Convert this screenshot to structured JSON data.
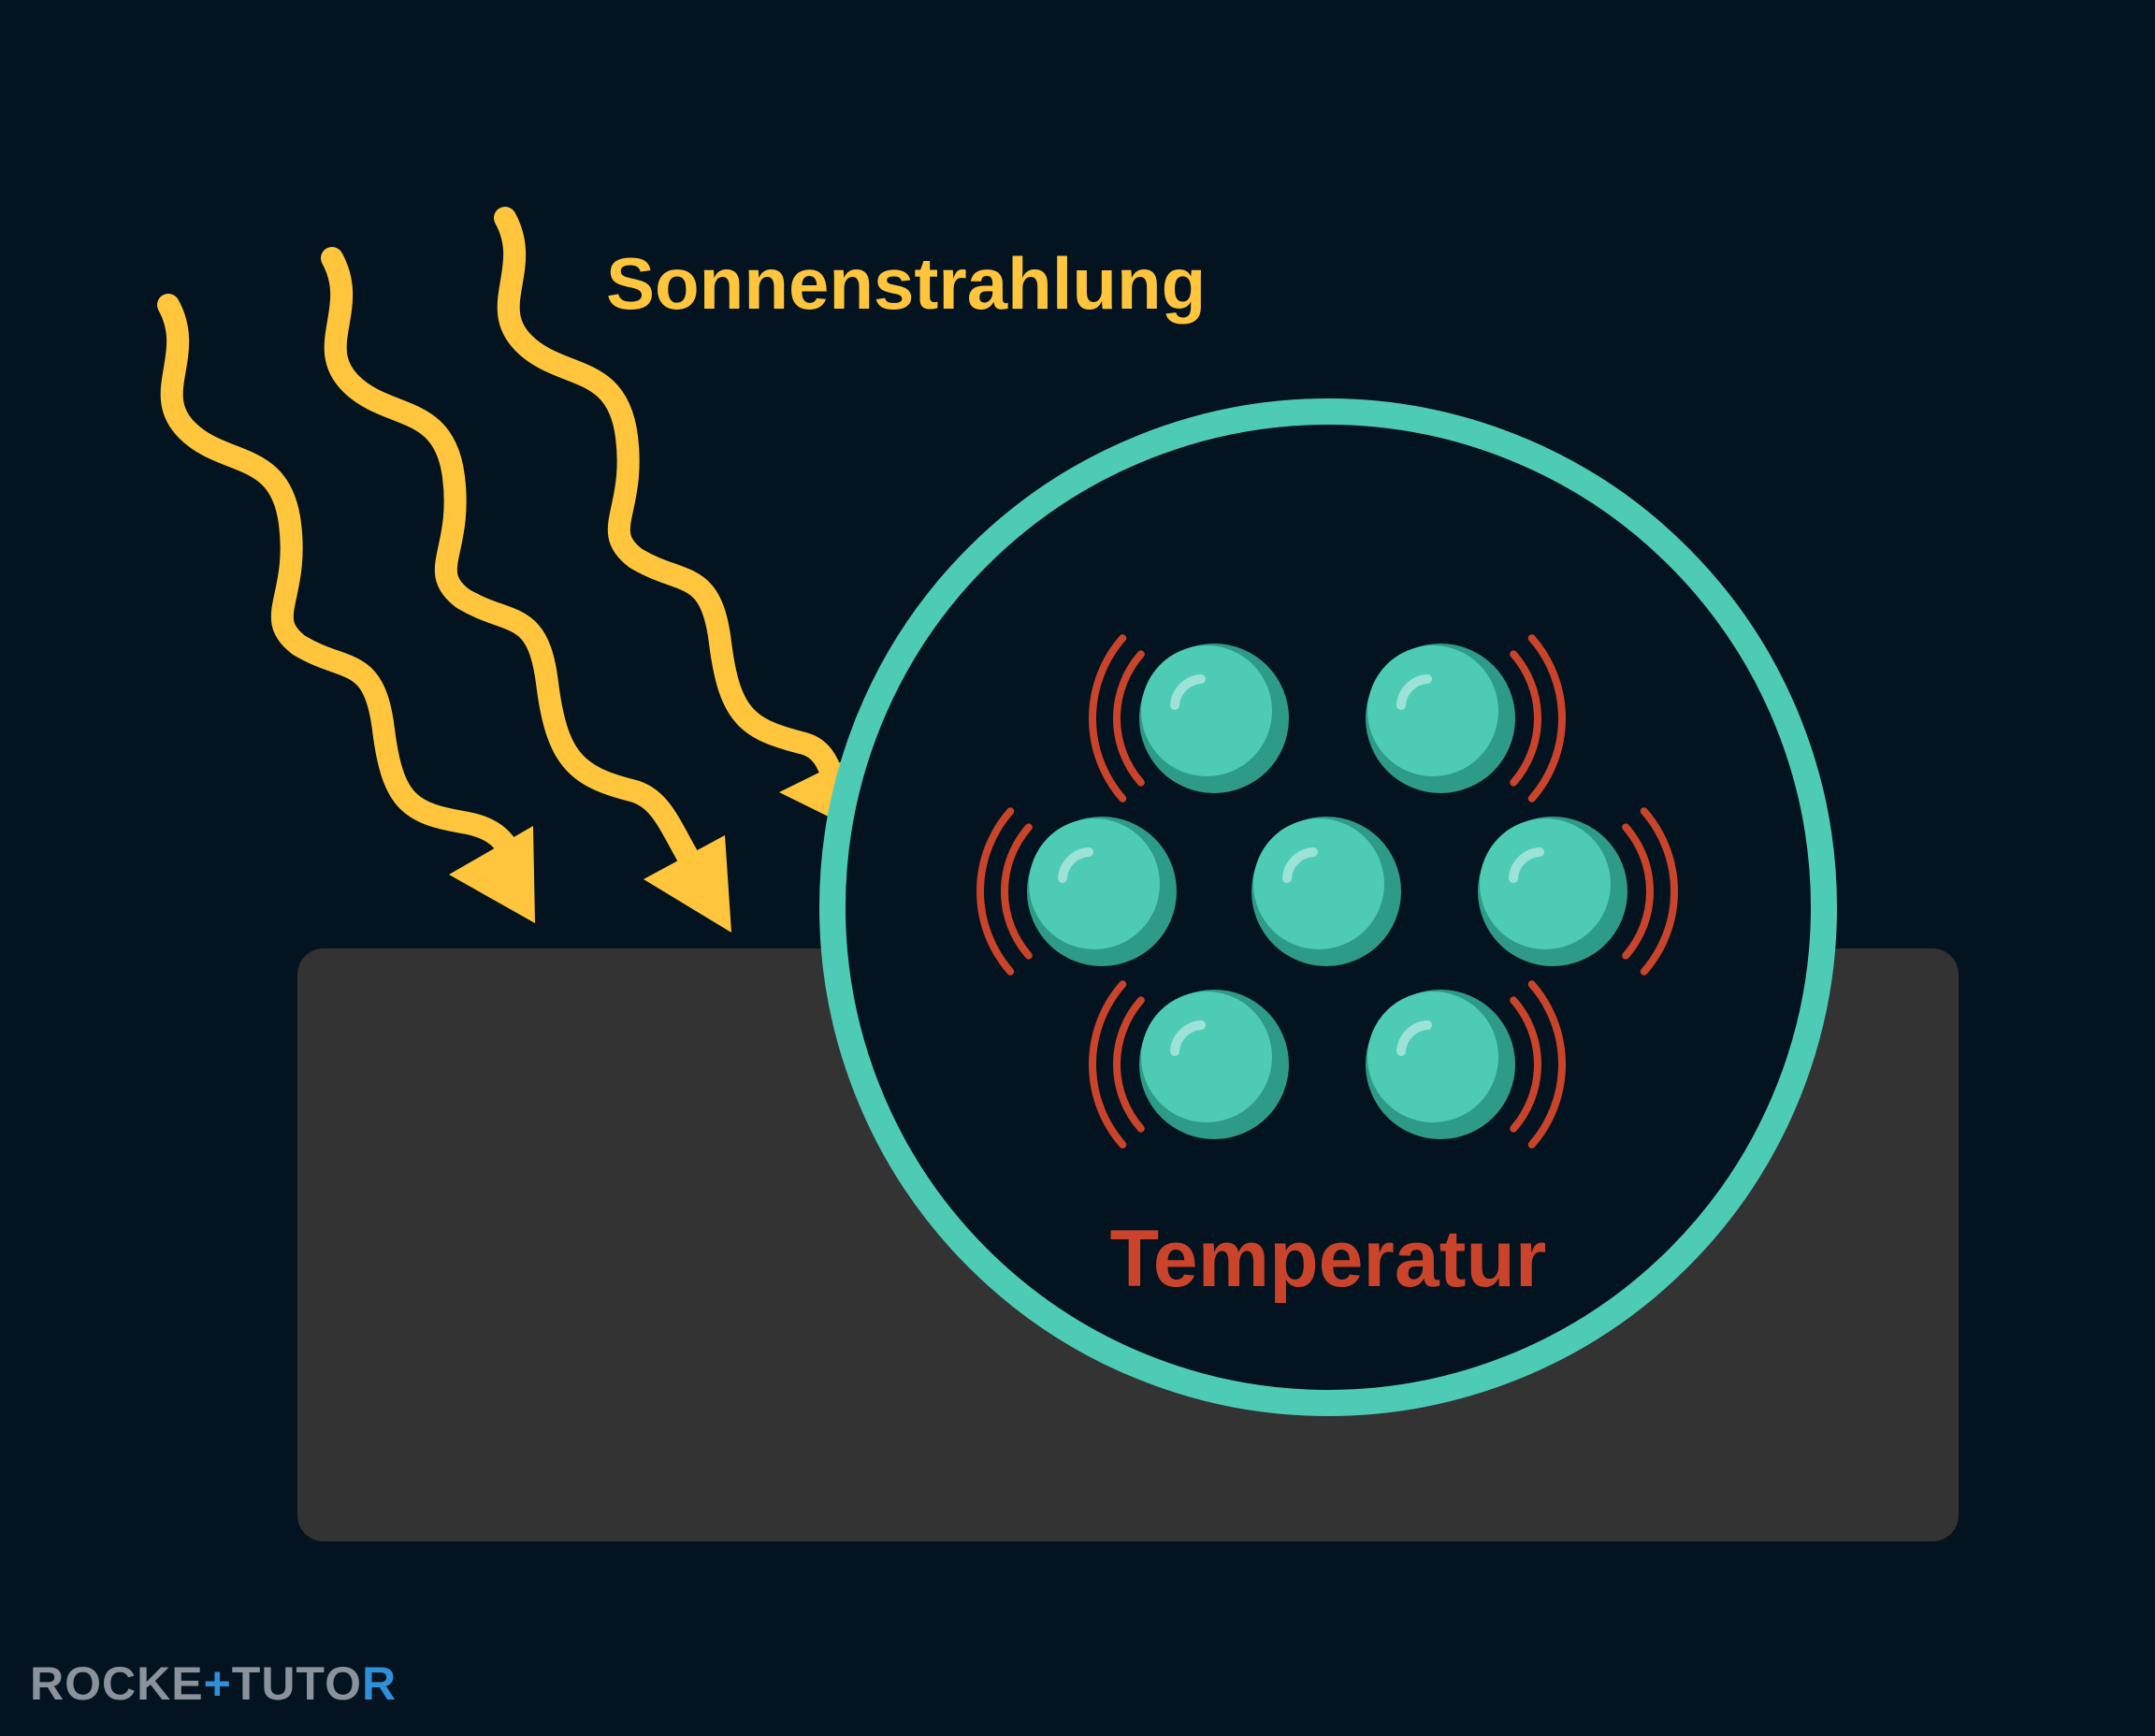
{
  "labels": {
    "radiation": "Sonnenstrahlung",
    "temperature": "Temperatur"
  },
  "brand": {
    "part1": "ROCKE",
    "plus": "+",
    "part2": "TUTO",
    "part3": "R"
  },
  "colors": {
    "background": "#03131F",
    "surface": "#333333",
    "ray": "#FFC53D",
    "circle_ring": "#4ECBB5",
    "particle": "#4ECBB5",
    "particle_shadow": "#2E9A88",
    "vibration": "#C9442A",
    "temperature_label": "#C9442A",
    "brand_text": "#8A939B",
    "brand_accent": "#2F8FD8"
  },
  "particles": {
    "count": 7,
    "vibrating": true
  }
}
